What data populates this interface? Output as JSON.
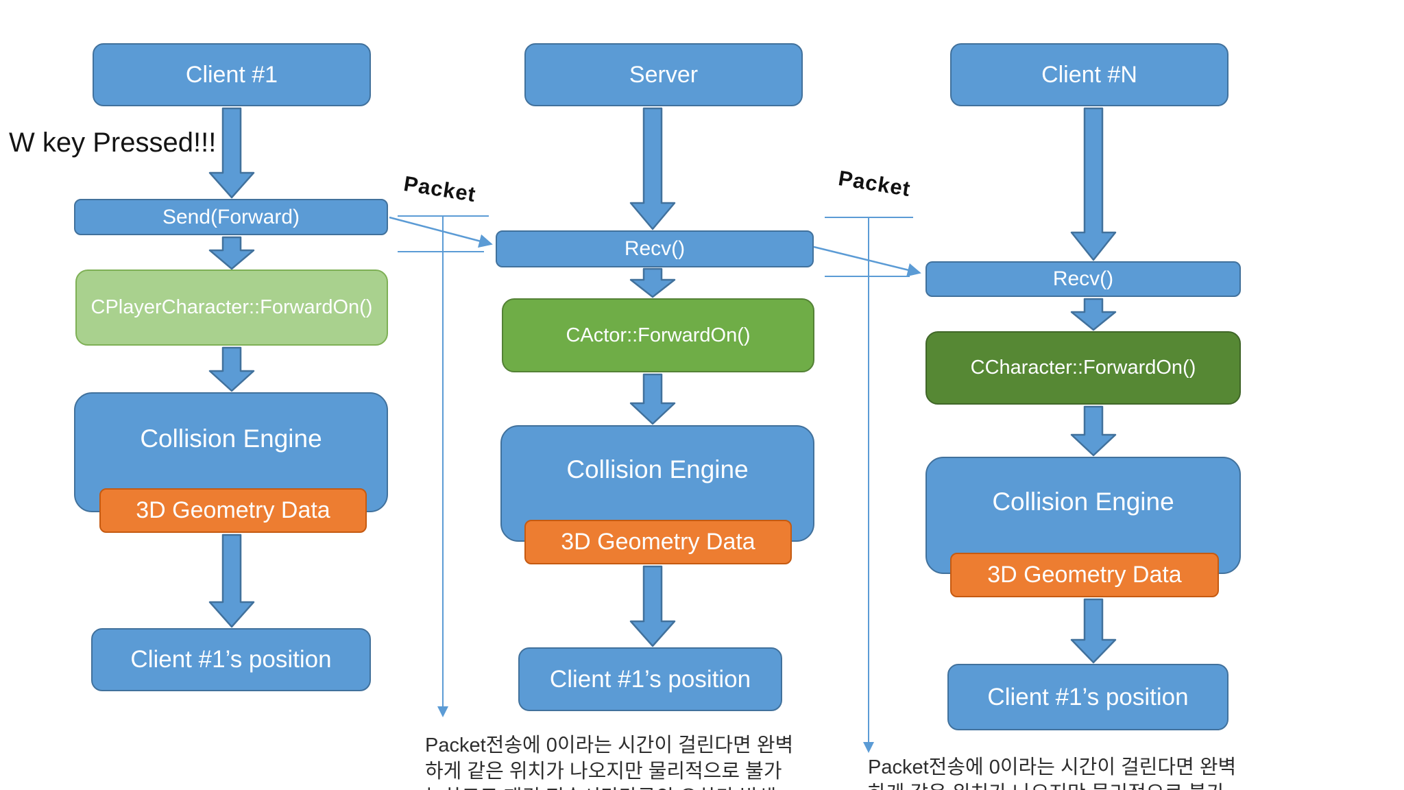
{
  "slide": {
    "annotations": {
      "key_event": "W key Pressed!!!",
      "packet_left": "Packet",
      "packet_right": "Packet",
      "note_left_lines": [
        "Packet전송에 0이라는 시간이 걸린다면 완벽",
        "하게 같은 위치가 나오지만 물리적으로 불가",
        "능하므로 패킷 전송시간만큼의 오차가 발생"
      ],
      "note_right_lines": [
        "Packet전송에 0이라는 시간이 걸린다면 완벽",
        "하게 같은 위치가 나오지만 물리적으로 불가"
      ]
    },
    "columns": [
      {
        "title": "Client #1",
        "boxes": {
          "send": "Send(Forward)",
          "handler": "CPlayerCharacter::ForwardOn()",
          "collision": "Collision Engine",
          "geometry": "3D Geometry Data",
          "result": "Client #1’s position"
        }
      },
      {
        "title": "Server",
        "boxes": {
          "recv": "Recv()",
          "handler": "CActor::ForwardOn()",
          "collision": "Collision Engine",
          "geometry": "3D Geometry Data",
          "result": "Client #1’s position"
        }
      },
      {
        "title": "Client #N",
        "boxes": {
          "recv": "Recv()",
          "handler": "CCharacter::ForwardOn()",
          "collision": "Collision Engine",
          "geometry": "3D Geometry Data",
          "result": "Client #1’s position"
        }
      }
    ],
    "colors": {
      "box_blue": "#5B9BD5",
      "box_blue_border": "#41719C",
      "green_light": "#A9D18E",
      "green_light_border": "#7EB055",
      "green_mid": "#6FAD47",
      "green_mid_border": "#538135",
      "green_dark": "#568834",
      "green_dark_border": "#406628",
      "orange": "#ED7D31",
      "orange_border": "#C55A11",
      "connector_blue": "#5B9BD5",
      "text_on_box": "#FDFEFF",
      "text_black": "#141414"
    }
  }
}
